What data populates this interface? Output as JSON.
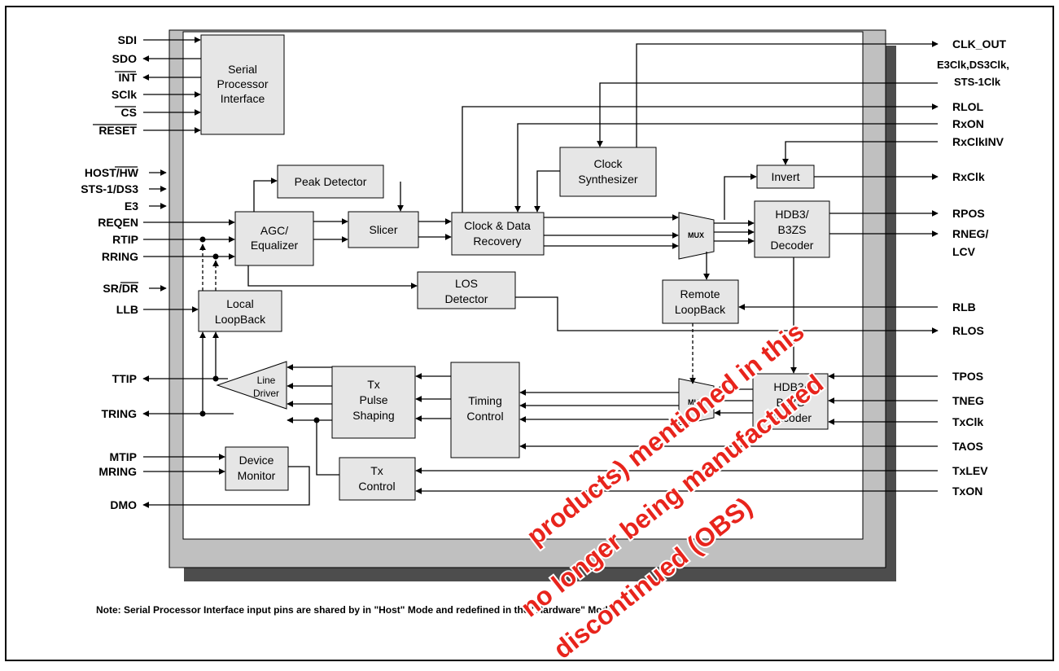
{
  "blocks": {
    "spi": [
      "Serial",
      "Processor",
      "Interface"
    ],
    "peak": [
      "Peak Detector"
    ],
    "clksyn": [
      "Clock",
      "Synthesizer"
    ],
    "agc": [
      "AGC/",
      "Equalizer"
    ],
    "slicer": [
      "Slicer"
    ],
    "cdr": [
      "Clock & Data",
      "Recovery"
    ],
    "invert": [
      "Invert"
    ],
    "hdb3dec": [
      "HDB3/",
      "B3ZS",
      "Decoder"
    ],
    "los": [
      "LOS",
      "Detector"
    ],
    "rlb": [
      "Remote",
      "LoopBack"
    ],
    "llb": [
      "Local",
      "LoopBack"
    ],
    "driver": [
      "Line",
      "Driver"
    ],
    "txpulse": [
      "Tx",
      "Pulse",
      "Shaping"
    ],
    "timing": [
      "Timing",
      "Control"
    ],
    "hdb3enc": [
      "HDB3/",
      "B3ZS",
      "Encoder"
    ],
    "devmon": [
      "Device",
      "Monitor"
    ],
    "txctl": [
      "Tx",
      "Control"
    ]
  },
  "mux_label": "MUX",
  "pins_left": {
    "SDI": "SDI",
    "SDO": "SDO",
    "INT": "INT",
    "SClk": "SClk",
    "CS": "CS",
    "RESET": "RESET",
    "HOST_HW_a": "HOST/",
    "HOST_HW_b": "HW",
    "STS_DS3": "STS-1/DS3",
    "E3": "E3",
    "REQEN": "REQEN",
    "RTIP": "RTIP",
    "RRING": "RRING",
    "SR_DR_a": "SR/",
    "SR_DR_b": "DR",
    "LLB": "LLB",
    "TTIP": "TTIP",
    "TRING": "TRING",
    "MTIP": "MTIP",
    "MRING": "MRING",
    "DMO": "DMO"
  },
  "pins_right": {
    "CLK_OUT": "CLK_OUT",
    "CLK_SUB1": "E3Clk,DS3Clk,",
    "CLK_SUB2": "STS-1Clk",
    "RLOL": "RLOL",
    "RxON": "RxON",
    "RxClkINV": "RxClkINV",
    "RxClk": "RxClk",
    "RPOS": "RPOS",
    "RNEG": "RNEG/",
    "LCV": "LCV",
    "RLB": "RLB",
    "RLOS": "RLOS",
    "TPOS": "TPOS",
    "TNEG": "TNEG",
    "TxClk": "TxClk",
    "TAOS": "TAOS",
    "TxLEV": "TxLEV",
    "TxON": "TxON"
  },
  "note": "Note:  Serial Processor Interface input pins are shared by  in \"Host\" Mode and redefined in the \"Hardware\" Mode.",
  "watermark": [
    "products) mentioned in this",
    "no longer being manufactured",
    "discontinued (OBS)"
  ]
}
